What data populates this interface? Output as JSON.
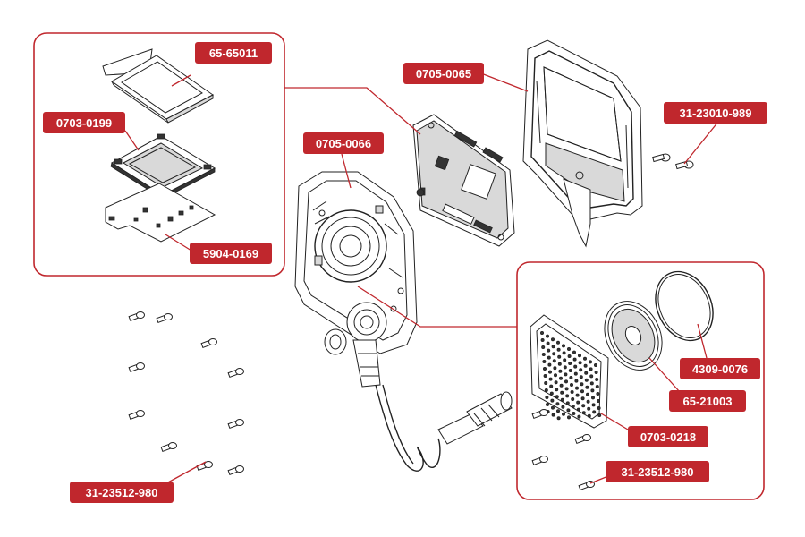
{
  "diagram": {
    "accent_color": "#c0272d",
    "part_numbers": {
      "p_65_65011": "65-65011",
      "p_0703_0199": "0703-0199",
      "p_5904_0169": "5904-0169",
      "p_0705_0065": "0705-0065",
      "p_0705_0066": "0705-0066",
      "p_31_23010_989": "31-23010-989",
      "p_4309_0076": "4309-0076",
      "p_65_21003": "65-21003",
      "p_0703_0218": "0703-0218",
      "p_31_23512_980_right": "31-23512-980",
      "p_31_23512_980_left": "31-23512-980"
    }
  }
}
